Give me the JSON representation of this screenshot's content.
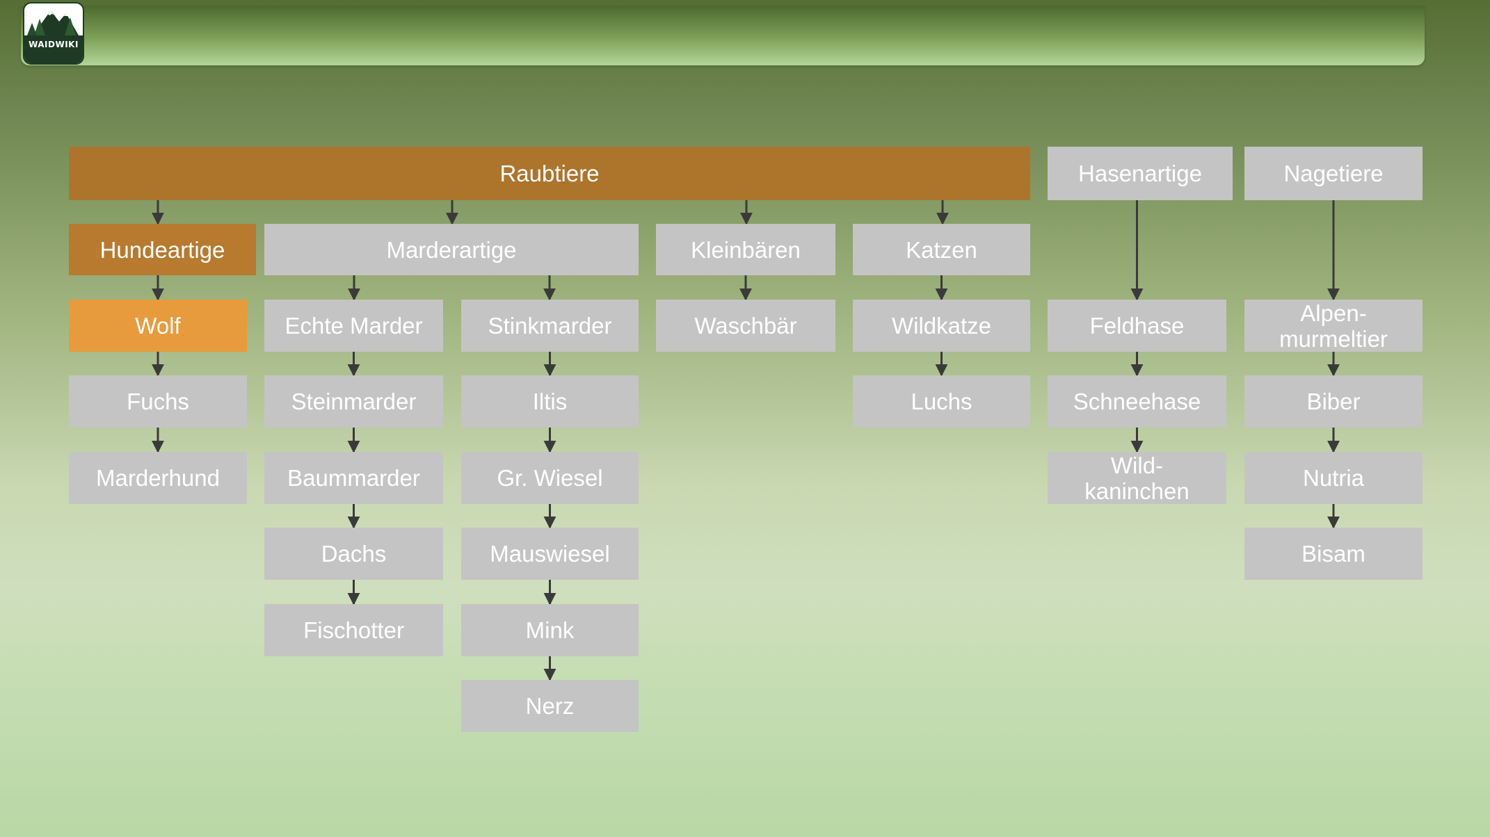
{
  "logo": {
    "text": "WAIDWIKI"
  },
  "colors": {
    "default_box": "#c4c4c4",
    "raubtiere": "#ad752c",
    "hundeartige": "#b87a2e",
    "wolf": "#e89b3c",
    "arrow": "#3a3a3a"
  },
  "nodes": [
    {
      "id": "raubtiere",
      "label": "Raubtiere",
      "color": "raubtiere"
    },
    {
      "id": "hasenartige",
      "label": "Hasenartige"
    },
    {
      "id": "nagetiere",
      "label": "Nagetiere"
    },
    {
      "id": "hundeartige",
      "label": "Hundeartige",
      "color": "hundeartige"
    },
    {
      "id": "marderartige",
      "label": "Marderartige"
    },
    {
      "id": "kleinbaeren",
      "label": "Kleinbären"
    },
    {
      "id": "katzen",
      "label": "Katzen"
    },
    {
      "id": "wolf",
      "label": "Wolf",
      "color": "wolf"
    },
    {
      "id": "echte-marder",
      "label": "Echte Marder"
    },
    {
      "id": "stinkmarder",
      "label": "Stinkmarder"
    },
    {
      "id": "waschbaer",
      "label": "Waschbär"
    },
    {
      "id": "wildkatze",
      "label": "Wildkatze"
    },
    {
      "id": "feldhase",
      "label": "Feldhase"
    },
    {
      "id": "alpenmurmeltier",
      "label": "Alpen-\nmurmeltier"
    },
    {
      "id": "fuchs",
      "label": "Fuchs"
    },
    {
      "id": "steinmarder",
      "label": "Steinmarder"
    },
    {
      "id": "iltis",
      "label": "Iltis"
    },
    {
      "id": "luchs",
      "label": "Luchs"
    },
    {
      "id": "schneehase",
      "label": "Schneehase"
    },
    {
      "id": "biber",
      "label": "Biber"
    },
    {
      "id": "marderhund",
      "label": "Marderhund"
    },
    {
      "id": "baummarder",
      "label": "Baummarder"
    },
    {
      "id": "gr-wiesel",
      "label": "Gr. Wiesel"
    },
    {
      "id": "wildkaninchen",
      "label": "Wild-\nkaninchen"
    },
    {
      "id": "nutria",
      "label": "Nutria"
    },
    {
      "id": "dachs",
      "label": "Dachs"
    },
    {
      "id": "mauswiesel",
      "label": "Mauswiesel"
    },
    {
      "id": "bisam",
      "label": "Bisam"
    },
    {
      "id": "fischotter",
      "label": "Fischotter"
    },
    {
      "id": "mink",
      "label": "Mink"
    },
    {
      "id": "nerz",
      "label": "Nerz"
    }
  ],
  "edges": [
    [
      "raubtiere",
      "hundeartige"
    ],
    [
      "raubtiere",
      "marderartige"
    ],
    [
      "raubtiere",
      "kleinbaeren"
    ],
    [
      "raubtiere",
      "katzen"
    ],
    [
      "hundeartige",
      "wolf"
    ],
    [
      "wolf",
      "fuchs"
    ],
    [
      "fuchs",
      "marderhund"
    ],
    [
      "marderartige",
      "echte-marder"
    ],
    [
      "marderartige",
      "stinkmarder"
    ],
    [
      "echte-marder",
      "steinmarder"
    ],
    [
      "steinmarder",
      "baummarder"
    ],
    [
      "baummarder",
      "dachs"
    ],
    [
      "dachs",
      "fischotter"
    ],
    [
      "stinkmarder",
      "iltis"
    ],
    [
      "iltis",
      "gr-wiesel"
    ],
    [
      "gr-wiesel",
      "mauswiesel"
    ],
    [
      "mauswiesel",
      "mink"
    ],
    [
      "mink",
      "nerz"
    ],
    [
      "kleinbaeren",
      "waschbaer"
    ],
    [
      "katzen",
      "wildkatze"
    ],
    [
      "wildkatze",
      "luchs"
    ],
    [
      "hasenartige",
      "feldhase"
    ],
    [
      "feldhase",
      "schneehase"
    ],
    [
      "schneehase",
      "wildkaninchen"
    ],
    [
      "nagetiere",
      "alpenmurmeltier"
    ],
    [
      "alpenmurmeltier",
      "biber"
    ],
    [
      "biber",
      "nutria"
    ],
    [
      "nutria",
      "bisam"
    ]
  ]
}
